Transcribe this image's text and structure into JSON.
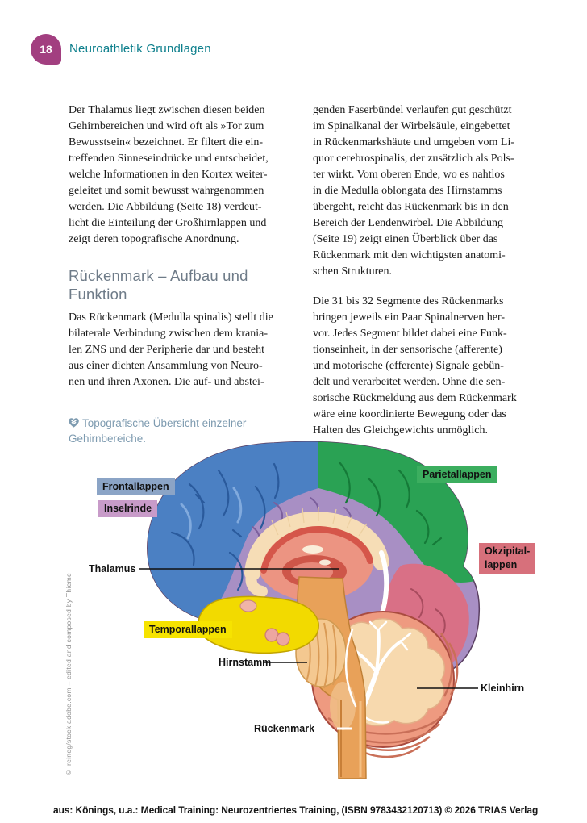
{
  "header": {
    "page_number": "18",
    "title": "Neuroathletik Grundlagen"
  },
  "columns": {
    "left": {
      "para1_lines": [
        "Der Thalamus liegt zwischen diesen beiden",
        "Gehirnbereichen und wird oft als »Tor zum",
        "Bewusstsein« bezeichnet. Er filtert die ein-",
        "treffenden Sinneseindrücke und entscheidet,",
        "welche Informationen in den Kortex weiter-",
        "geleitet und somit bewusst wahrgenommen",
        "werden. Die Abbildung (Seite 18) verdeut-",
        "licht die Einteilung der Großhirnlappen und",
        "zeigt deren topografische Anordnung."
      ],
      "heading": "Rückenmark – Aufbau und Funktion",
      "para2_lines": [
        "Das Rückenmark (Medulla spinalis) stellt die",
        "bilaterale Verbindung zwischen dem krania-",
        "len ZNS und der Peripherie dar und besteht",
        "aus einer dichten Ansammlung von Neuro-",
        "nen und ihren Axonen. Die auf- und abstei-"
      ]
    },
    "right": {
      "para1_lines": [
        "genden Faserbündel verlaufen gut geschützt",
        "im Spinalkanal der Wirbelsäule, eingebettet",
        "in Rückenmarkshäute und umgeben vom Li-",
        "quor cerebrospinalis, der zusätzlich als Pols-",
        "ter wirkt. Vom oberen Ende, wo es nahtlos",
        "in die Medulla oblongata des Hirnstamms",
        "übergeht, reicht das Rückenmark bis in den",
        "Bereich der Lendenwirbel. Die Abbildung",
        "(Seite 19) zeigt einen Überblick über das",
        "Rückenmark mit den wichtigsten anatomi-",
        "schen Strukturen."
      ],
      "para2_lines": [
        "Die 31 bis 32 Segmente des Rückenmarks",
        "bringen jeweils ein Paar Spinalnerven her-",
        "vor. Jedes Segment bildet dabei eine Funk-",
        "tionseinheit, in der sensorische (afferente)",
        "und motorische (efferente) Signale gebün-",
        "delt und verarbeitet werden. Ohne die sen-",
        "sorische Rückmeldung aus dem Rückenmark",
        "wäre eine koordinierte Bewegung oder das",
        "Halten des Gleichgewichts unmöglich."
      ]
    }
  },
  "caption": {
    "lines": [
      "Topografische Übersicht einzelner",
      "Gehirnbereiche."
    ]
  },
  "figure": {
    "credit": "© reineg/stock.adobe.com – edited and composed by Thieme",
    "labels": {
      "frontallappen": {
        "lines": [
          "Frontallappen"
        ],
        "bg": "#8ba4c6"
      },
      "inselrinde": {
        "lines": [
          "Inselrinde"
        ],
        "bg": "#c89bc9"
      },
      "parietallappen": {
        "lines": [
          "Parietallappen"
        ],
        "bg": "#3cae5f"
      },
      "okzipitallappen": {
        "lines": [
          "Okzipital-",
          "lappen"
        ],
        "bg": "#d7707b"
      },
      "temporallappen": {
        "lines": [
          "Temporallappen"
        ],
        "bg": "#f6e300"
      },
      "thalamus": {
        "lines": [
          "Thalamus"
        ]
      },
      "hirnstamm": {
        "lines": [
          "Hirnstamm"
        ]
      },
      "rueckenmark": {
        "lines": [
          "Rückenmark"
        ]
      },
      "kleinhirn": {
        "lines": [
          "Kleinhirn"
        ]
      }
    },
    "region_colors": {
      "frontallappen": "#4b80c3",
      "parietallappen": "#2aa254",
      "inselrinde": "#a88fc4",
      "okzipitallappen": "#d97086",
      "temporallappen": "#f2da00",
      "kleinhirn": "#ee9a80",
      "hirnstamm": "#e9a45c"
    }
  },
  "footer": {
    "text": "aus: Könings, u.a.: Medical Training: Neurozentriertes Training, (ISBN 9783432120713) © 2026 TRIAS Verlag"
  },
  "colors": {
    "badge": "#a23f80",
    "header_teal": "#0d7f8c",
    "heading_gray": "#6e7b88",
    "caption_blue": "#7e9bb0"
  }
}
